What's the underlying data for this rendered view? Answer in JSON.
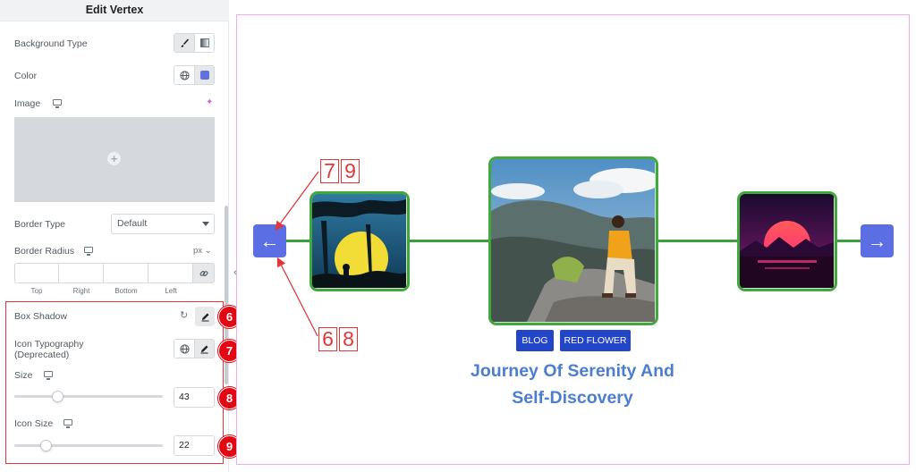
{
  "panel": {
    "title": "Edit Vertex",
    "background_type_label": "Background Type",
    "color_label": "Color",
    "color_swatch": "#6272e3",
    "image_label": "Image",
    "image_add_glyph": "+",
    "border_type_label": "Border Type",
    "border_type_value": "Default",
    "border_radius_label": "Border Radius",
    "border_radius_unit": "px ⌄",
    "radius_sides": [
      "Top",
      "Right",
      "Bottom",
      "Left"
    ],
    "box_shadow_label": "Box Shadow",
    "icon_typography_label_1": "Icon Typography",
    "icon_typography_label_2": "(Deprecated)",
    "size_label": "Size",
    "size_value": "43",
    "size_fraction": 0.29,
    "icon_size_label": "Icon Size",
    "icon_size_value": "22",
    "icon_size_fraction": 0.21
  },
  "badges": [
    "6",
    "7",
    "8",
    "9"
  ],
  "canvas": {
    "prev_arrow": "←",
    "next_arrow": "→",
    "tags": [
      "BLOG",
      "RED FLOWER"
    ],
    "title_line1": "Journey Of Serenity And",
    "title_line2": "Self-Discovery",
    "accent_color": "#5b6ee4",
    "border_color": "#41a83c"
  },
  "callouts": {
    "top": [
      "7",
      "9"
    ],
    "bottom": [
      "6",
      "8"
    ]
  }
}
